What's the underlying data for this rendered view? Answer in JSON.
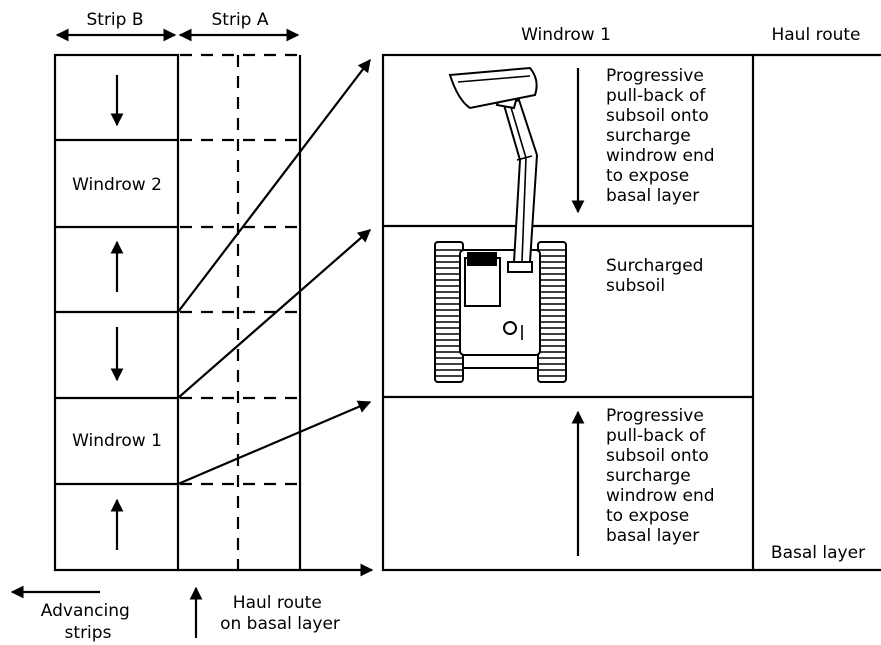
{
  "labels": {
    "strip_b": "Strip B",
    "strip_a": "Strip A",
    "windrow_1_header": "Windrow 1",
    "haul_route_header": "Haul route",
    "windrow_2": "Windrow 2",
    "windrow_1": "Windrow 1",
    "progressive_top": [
      "Progressive",
      "pull-back of",
      "subsoil onto",
      "surcharge",
      "windrow end",
      "to expose",
      "basal layer"
    ],
    "surcharged": [
      "Surcharged",
      "subsoil"
    ],
    "progressive_bottom": [
      "Progressive",
      "pull-back of",
      "subsoil onto",
      "surcharge",
      "windrow end",
      "to expose",
      "basal layer"
    ],
    "basal_layer": "Basal layer",
    "advancing": [
      "Advancing",
      "strips"
    ],
    "haul_route_basal": [
      "Haul route",
      "on basal layer"
    ]
  }
}
